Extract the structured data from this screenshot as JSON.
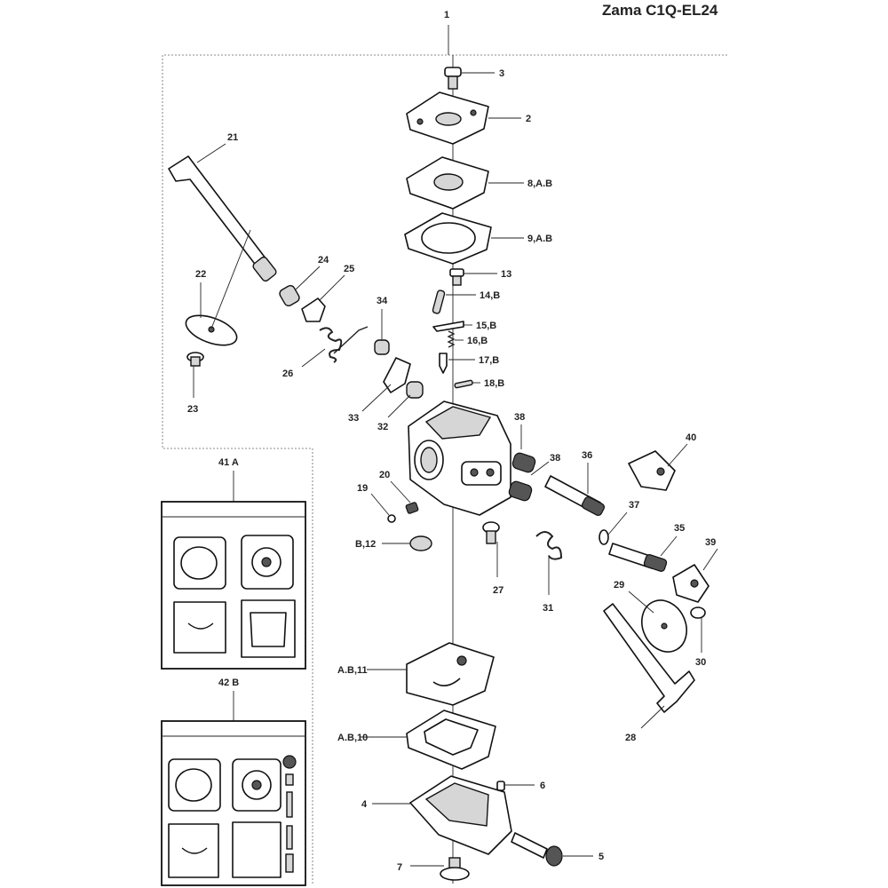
{
  "title": "Zama C1Q-EL24",
  "labels": {
    "p1": "1",
    "p2": "2",
    "p3": "3",
    "p4": "4",
    "p5": "5",
    "p6": "6",
    "p7": "7",
    "p8": "8,A.B",
    "p9": "9,A.B",
    "p10": "A.B,10",
    "p11": "A.B,11",
    "p12": "B,12",
    "p13": "13",
    "p14": "14,B",
    "p15": "15,B",
    "p16": "16,B",
    "p17": "17,B",
    "p18": "18,B",
    "p19": "19",
    "p20": "20",
    "p21": "21",
    "p22": "22",
    "p23": "23",
    "p24": "24",
    "p25": "25",
    "p26": "26",
    "p27": "27",
    "p28": "28",
    "p29": "29",
    "p30": "30",
    "p31": "31",
    "p32": "32",
    "p33": "33",
    "p34": "34",
    "p35": "35",
    "p36": "36",
    "p37": "37",
    "p38a": "38",
    "p38b": "38",
    "p39": "39",
    "p40": "40",
    "p41": "41 A",
    "p42": "42 B"
  }
}
